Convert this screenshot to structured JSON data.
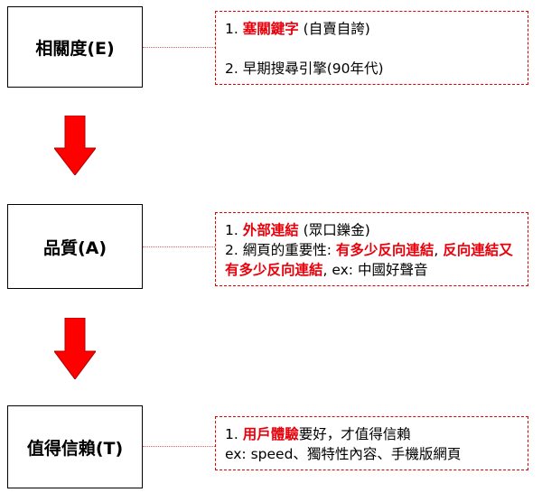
{
  "steps": [
    {
      "label": "相關度(E)"
    },
    {
      "label": "品質(A)"
    },
    {
      "label": "值得信賴(T)"
    }
  ],
  "notes": {
    "relevance": {
      "l1_prefix": "1. ",
      "l1_hl": "塞關鍵字",
      "l1_rest": " (自賣自誇)",
      "l2": "2. 早期搜尋引擎(90年代)"
    },
    "quality": {
      "l1_prefix": "1. ",
      "l1_hl": "外部連結",
      "l1_rest": " (眾口鑠金)",
      "l2_prefix": "2. 網頁的重要性: ",
      "l2_hl1": "有多少反向連結",
      "l2_sep": ", ",
      "l2_hl2": "反向連結又有多少反向連結",
      "l2_rest": ", ex: 中國好聲音"
    },
    "trust": {
      "l1_prefix": "1. ",
      "l1_hl": "用戶體驗",
      "l1_rest": "要好，才值得信賴",
      "l2": "ex: speed、獨特性內容、手機版網頁"
    }
  },
  "colors": {
    "arrow": "#ff0000",
    "highlight": "#e8000b",
    "note_border": "#e00000"
  }
}
